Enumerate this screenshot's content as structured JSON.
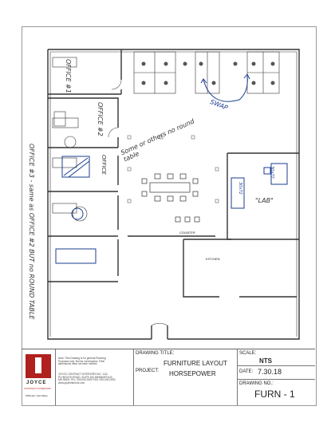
{
  "rooms": {
    "office1": "OFFICE #1",
    "office2": "OFFICE #2",
    "office3": "OFFICE",
    "lab": "\"LAB\"",
    "counter": "COUNTER",
    "kitchen": "KITCHEN"
  },
  "handwriting": {
    "swap": "SWAP",
    "some_or_others": "Some or others no round table",
    "side_note": "OFFICE #3 - same as OFFICE #2 BUT no ROUND TABLE",
    "bench1": "30x72",
    "bench2": "30x72"
  },
  "titleblock": {
    "logo": "JOYCE",
    "logo_sub": "CONTRACT INTERIORS",
    "logo_tag": "Whitman | Van Wyke",
    "note": "Note: This Drawing is for general Planning Purposes only. Not for construction. Field dimensions have not been verified.",
    "address": "JOYCE CONTRACT INTERIORS INC. 1111 PLYMOUTH ROAD, SUITE 100 MINNEAPOLIS, MN 55441 TEL: 000-000-0000 FAX: 000-000-0000 www.joyceinteriors.com",
    "drawing_title_label": "DRAWING TITLE:",
    "drawing_title": "FURNITURE LAYOUT",
    "project_label": "PROJECT:",
    "project": "HORSEPOWER",
    "scale_label": "SCALE:",
    "scale": "NTS",
    "date_label": "DATE:",
    "date": "7.30.18",
    "drawing_no_label": "DRAWING NO.:",
    "drawing_no": "FURN - 1"
  },
  "colors": {
    "wall": "#333333",
    "blue_furniture": "#1a3d8f",
    "logo_red": "#b0201e"
  }
}
